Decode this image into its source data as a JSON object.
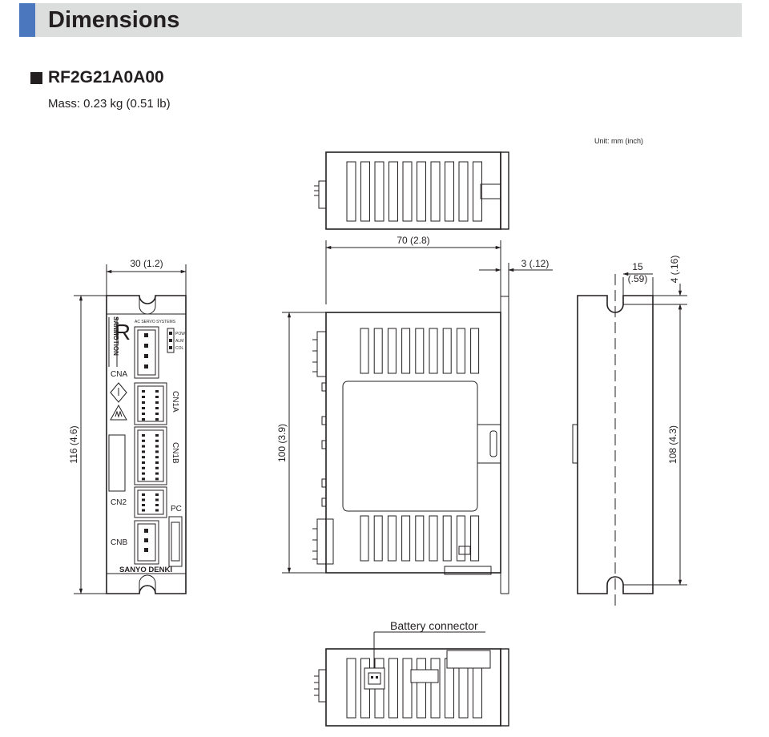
{
  "header": {
    "title": "Dimensions"
  },
  "model": {
    "name": "RF2G21A0A00",
    "mass": "Mass: 0.23 kg (0.51 lb)"
  },
  "drawing": {
    "unit_note": "Unit: mm (inch)",
    "dimensions": {
      "front_width": "30 (1.2)",
      "front_height": "116 (4.6)",
      "side_width": "70 (2.8)",
      "side_flange": "3 (.12)",
      "side_height": "100 (3.9)",
      "rear_hole_x_top": "15",
      "rear_hole_x_bottom": "(.59)",
      "rear_hole_y": "4 (.16)",
      "rear_hole_pitch": "108 (4.3)"
    },
    "front_labels": {
      "brand_letter": "R",
      "brand_vertical": "SANMOTION",
      "system": "AC SERVO SYSTEMS",
      "led_1": "POW",
      "led_2": "ALM",
      "led_3": "COL",
      "cna": "CNA",
      "cn1a": "CN1A",
      "cn1b": "CN1B",
      "cn2": "CN2",
      "pc": "PC",
      "cnb": "CNB",
      "maker": "SANYO DENKI"
    },
    "callouts": {
      "battery_connector": "Battery connector"
    }
  }
}
